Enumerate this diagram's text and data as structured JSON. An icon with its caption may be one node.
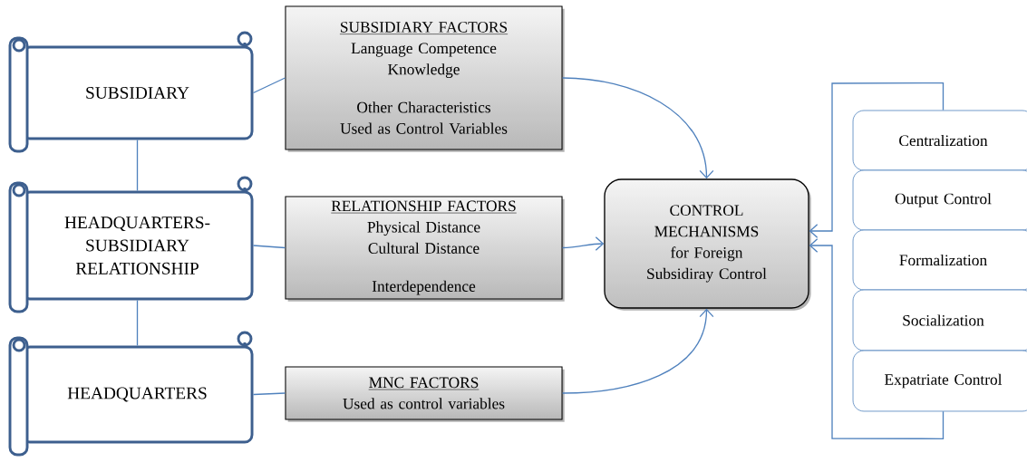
{
  "diagram": {
    "nodes": [
      {
        "text": [
          "SUBSIDIARY"
        ]
      },
      {
        "text": [
          "HEADQUARTERS- SUBSIDIARY RELATIONSHIP"
        ]
      },
      {
        "text": [
          "HEADQUARTERS"
        ]
      },
      {
        "text": [
          "SUBSIDIARY FACTORS",
          "Language Competence",
          "Knowledge",
          "Other Characteristics Used as Control Variables"
        ]
      },
      {
        "text": [
          "RELATIONSHIP FACTORS",
          "Physical Distance",
          "Cultural Distance",
          "Interdependence"
        ]
      },
      {
        "text": [
          "MNC FACTORS",
          "Used as control variables"
        ]
      },
      {
        "text": [
          "CONTROL MECHANISMS for Foreign Subsidiray Control"
        ]
      },
      {
        "text": [
          "Centralization"
        ]
      },
      {
        "text": [
          "Output Control"
        ]
      },
      {
        "text": [
          "Formalization"
        ]
      },
      {
        "text": [
          "Socialization"
        ]
      },
      {
        "text": [
          "Expatriate Control"
        ]
      }
    ],
    "edges": [
      {
        "from": 0,
        "to": 1,
        "arrow": "none"
      },
      {
        "from": 1,
        "to": 2,
        "arrow": "none"
      },
      {
        "from": 0,
        "to": 3,
        "arrow": "none"
      },
      {
        "from": 1,
        "to": 4,
        "arrow": "none"
      },
      {
        "from": 2,
        "to": 5,
        "arrow": "none"
      },
      {
        "from": 3,
        "to": 6,
        "arrow": "to"
      },
      {
        "from": 4,
        "to": 6,
        "arrow": "to"
      },
      {
        "from": 5,
        "to": 6,
        "arrow": "to"
      },
      {
        "from": 7,
        "to": 6,
        "arrow": "to"
      },
      {
        "from": 11,
        "to": 6,
        "arrow": "to"
      }
    ]
  }
}
